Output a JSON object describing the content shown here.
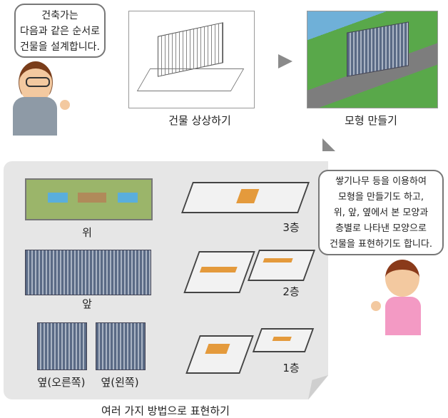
{
  "top": {
    "boy_bubble": [
      "건축가는",
      "다음과 같은 순서로",
      "건물을 설계합니다."
    ],
    "step1_label": "건물 상상하기",
    "step2_label": "모형 만들기"
  },
  "panel": {
    "views": {
      "top": "위",
      "front": "앞",
      "side_right": "옆(오른쪽)",
      "side_left": "옆(왼쪽)"
    },
    "floors": {
      "f3": "3층",
      "f2": "2층",
      "f1": "1층"
    },
    "caption": "여러 가지 방법으로 표현하기"
  },
  "girl_bubble": [
    "쌓기나무 등을 이용하여",
    "모형을 만들기도 하고,",
    "위, 앞, 옆에서 본 모양과",
    "층별로 나타낸 모양으로",
    "건물을 표현하기도 합니다."
  ],
  "colors": {
    "panel": "#e6e6e6",
    "arrow": "#8a8a8a",
    "accent": "#e49a3c"
  }
}
